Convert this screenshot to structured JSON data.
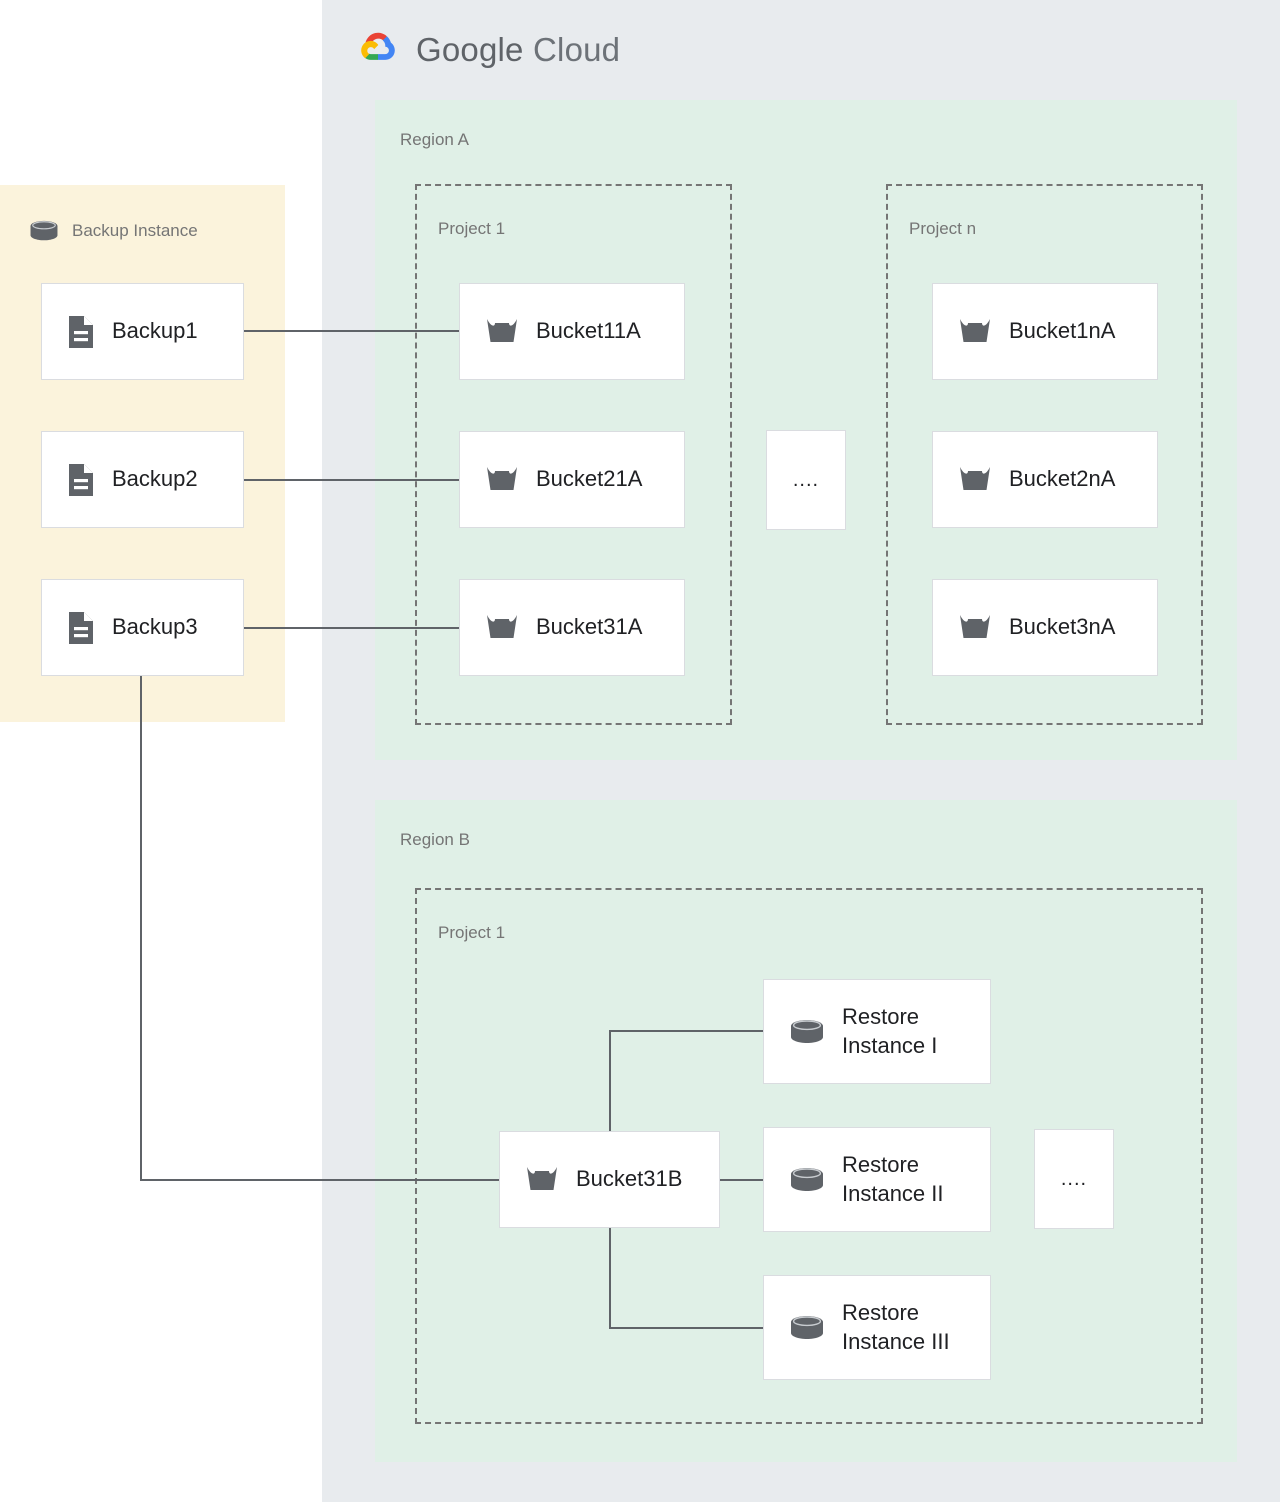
{
  "brand": {
    "logo_icon": "google-cloud-logo-icon",
    "name_bold": "Google",
    "name_light": "Cloud",
    "colors": {
      "red": "#ea4335",
      "yellow": "#fbbc04",
      "green": "#34a853",
      "blue": "#4285f4",
      "panel_bg": "#e8ebee",
      "region_bg": "#e0f0e7",
      "backup_bg": "#fbf3dc",
      "node_bg": "#ffffff",
      "node_border": "#dadce0",
      "label_text": "#757575",
      "node_text": "#202124",
      "connector": "#5f6368",
      "icon_fill": "#5f6368"
    }
  },
  "backup_instance": {
    "label": "Backup Instance",
    "icon": "database-cylinder-icon",
    "nodes": [
      {
        "label": "Backup1",
        "icon": "document-icon"
      },
      {
        "label": "Backup2",
        "icon": "document-icon"
      },
      {
        "label": "Backup3",
        "icon": "document-icon"
      }
    ]
  },
  "regions": [
    {
      "label": "Region A",
      "projects": [
        {
          "label": "Project 1",
          "nodes": [
            {
              "label": "Bucket11A",
              "icon": "storage-bucket-icon"
            },
            {
              "label": "Bucket21A",
              "icon": "storage-bucket-icon"
            },
            {
              "label": "Bucket31A",
              "icon": "storage-bucket-icon"
            }
          ]
        },
        {
          "label": "Project n",
          "nodes": [
            {
              "label": "Bucket1nA",
              "icon": "storage-bucket-icon"
            },
            {
              "label": "Bucket2nA",
              "icon": "storage-bucket-icon"
            },
            {
              "label": "Bucket3nA",
              "icon": "storage-bucket-icon"
            }
          ]
        }
      ],
      "ellipsis": "...."
    },
    {
      "label": "Region B",
      "projects": [
        {
          "label": "Project 1",
          "bucket": {
            "label": "Bucket31B",
            "icon": "storage-bucket-icon"
          },
          "nodes": [
            {
              "label": "Restore\nInstance I",
              "icon": "database-cylinder-icon"
            },
            {
              "label": "Restore\nInstance II",
              "icon": "database-cylinder-icon"
            },
            {
              "label": "Restore\nInstance III",
              "icon": "database-cylinder-icon"
            }
          ]
        }
      ],
      "ellipsis": "...."
    }
  ]
}
